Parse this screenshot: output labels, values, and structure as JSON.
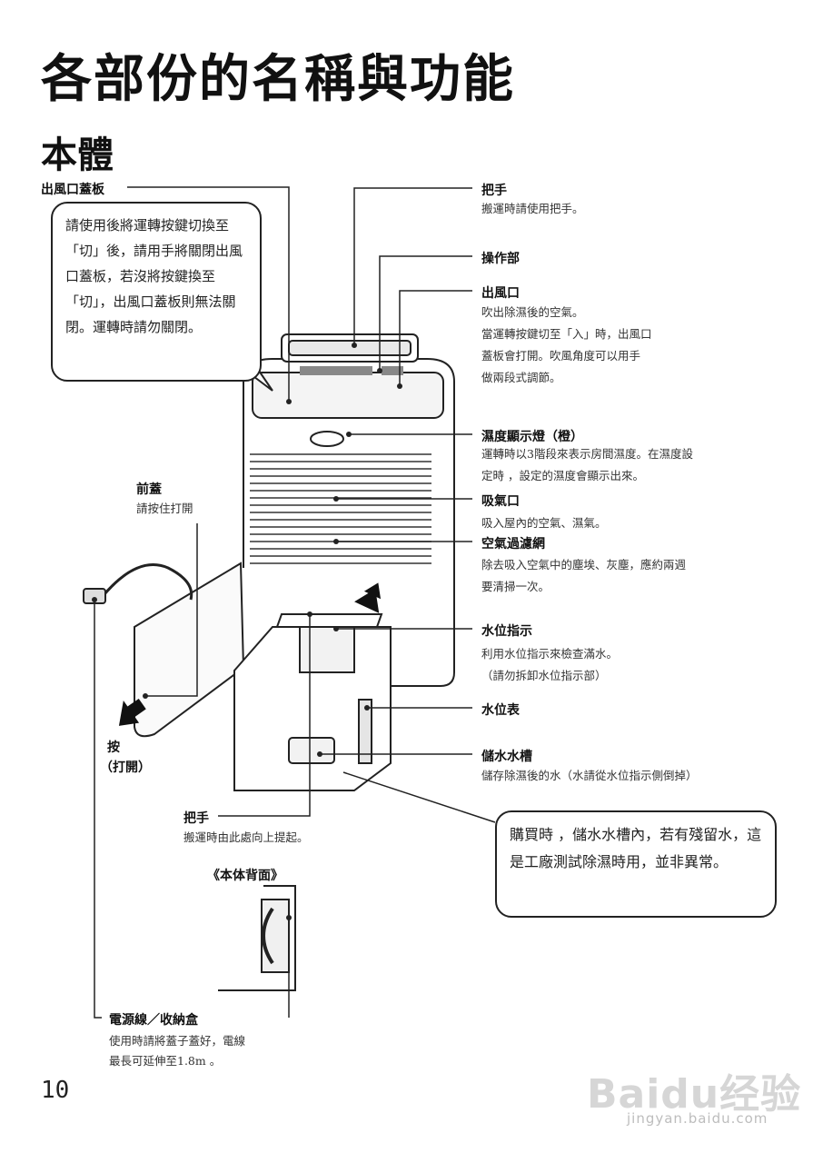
{
  "page": {
    "title": "各部份的名稱與功能",
    "subtitle": "本體",
    "page_number": "10"
  },
  "callouts": {
    "top_left": "請使用後將運轉按鍵切換至「切」後，請用手將關閉出風口蓋板，若沒將按鍵換至「切」，出風口蓋板則無法關閉。運轉時請勿關閉。",
    "bottom_right": "購買時 ，儲水水槽內，若有殘留水，這是工廠測試除濕時用，並非異常。"
  },
  "parts": {
    "outlet_cover": {
      "label": "出風口蓋板"
    },
    "handle_top": {
      "label": "把手",
      "desc": "搬運時請使用把手。"
    },
    "control": {
      "label": "操作部"
    },
    "outlet": {
      "label": "出風口",
      "desc_1": "吹出除濕後的空氣。",
      "desc_2": "當運轉按鍵切至「入」時，出風口",
      "desc_3": "蓋板會打開。吹風角度可以用手",
      "desc_4": "做兩段式調節。"
    },
    "humidity_lamp": {
      "label": "濕度顯示燈（橙）",
      "desc_1": "運轉時以3階段來表示房間濕度。在濕度設",
      "desc_2": "定時 ，設定的濕度會顯示出來。"
    },
    "intake": {
      "label": "吸氣口",
      "desc": "吸入屋內的空氣、濕氣。"
    },
    "filter": {
      "label": "空氣過濾網",
      "desc_1": "除去吸入空氣中的塵埃、灰塵，應約兩週",
      "desc_2": "要清掃一次。"
    },
    "front_cover": {
      "label": "前蓋",
      "desc": "請按住打開"
    },
    "water_indicator": {
      "label": "水位指示",
      "desc_1": "利用水位指示來檢查滿水。",
      "desc_2": "（請勿拆卸水位指示部）"
    },
    "water_gauge": {
      "label": "水位表"
    },
    "tank": {
      "label": "儲水水槽",
      "desc": "儲存除濕後的水（水請從水位指示側倒掉）"
    },
    "press": {
      "label_1": "按",
      "label_2": "（打開）"
    },
    "handle_tank": {
      "label": "把手",
      "desc": "搬運時由此處向上提起。"
    },
    "back_view": {
      "label": "《本体背面》"
    },
    "cord": {
      "label": "電源線／收納盒",
      "desc_1": "使用時請將蓋子蓋好，電線",
      "desc_2": "最長可延伸至1.8m 。"
    }
  },
  "watermark": {
    "brand": "Baidu经验",
    "url": "jingyan.baidu.com"
  },
  "colors": {
    "ink": "#111111",
    "line": "#222222",
    "watermark": "#d0d0d0"
  }
}
